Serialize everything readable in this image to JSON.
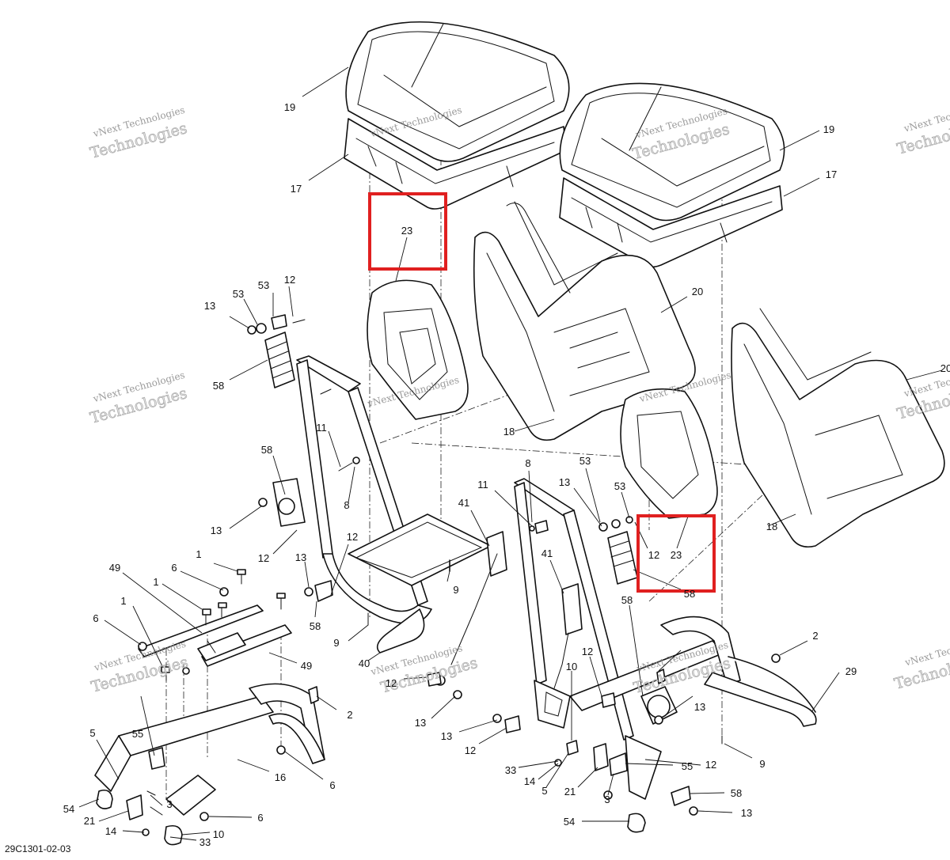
{
  "diagram_code": "29C1301-02-03",
  "watermark": {
    "line1": "vNext Technologies",
    "line2": "Technologies"
  },
  "highlight_color": "#e02020",
  "callouts": {
    "c19a": "19",
    "c17a": "17",
    "c19b": "19",
    "c17b": "17",
    "c23a": "23",
    "c20a": "20",
    "c20b": "20",
    "c18a": "18",
    "c18b": "18",
    "c53a": "53",
    "c12a": "12",
    "c13a": "13",
    "c58a": "58",
    "c11a": "11",
    "c8a": "8",
    "c58b": "58",
    "c13b": "13",
    "c12b": "12",
    "c13c": "13",
    "c58c": "58",
    "c9a": "9",
    "c9b": "9",
    "c40": "40",
    "c49a": "49",
    "c6a": "6",
    "c1a": "1",
    "c1b": "1",
    "c1c": "1",
    "c6b": "6",
    "c49b": "49",
    "c41a": "41",
    "c41b": "41",
    "c8b": "8",
    "c11b": "11",
    "c53b": "53",
    "c13d": "13",
    "c53c": "53",
    "c12c": "12",
    "c23b": "23",
    "c58d": "58",
    "c58e": "58",
    "c12d": "12",
    "c12e": "12",
    "c13e": "13",
    "c10a": "10",
    "c13f": "13",
    "c12f": "12",
    "c2a": "2",
    "c29": "29",
    "c2b": "2",
    "c9c": "9",
    "c55a": "55",
    "c16": "16",
    "c6c": "6",
    "c5a": "5",
    "c3a": "3",
    "c54a": "54",
    "c21a": "21",
    "c6d": "6",
    "c14a": "14",
    "c10b": "10",
    "c33a": "33",
    "c33b": "33",
    "c14b": "14",
    "c5b": "5",
    "c21b": "21",
    "c3b": "3",
    "c55b": "55",
    "c12g": "12",
    "c58f": "58",
    "c13g": "13",
    "c54b": "54"
  }
}
